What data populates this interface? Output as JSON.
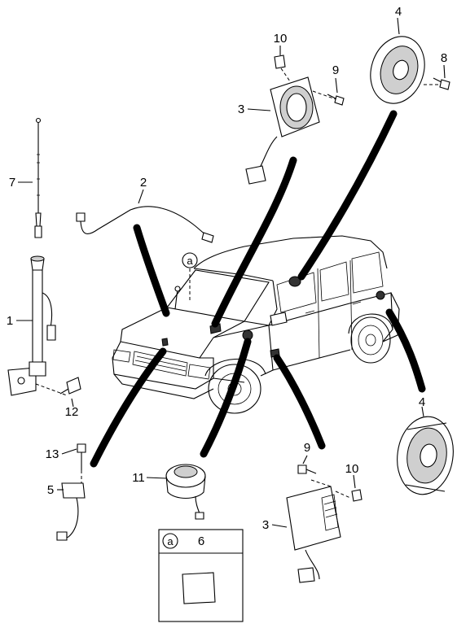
{
  "callouts": {
    "c1": "1",
    "c2": "2",
    "c3_top": "3",
    "c3_bottom": "3",
    "c4_top": "4",
    "c4_right": "4",
    "c5": "5",
    "c6": "6",
    "c7": "7",
    "c8": "8",
    "c9_top": "9",
    "c9_bottom": "9",
    "c10_top": "10",
    "c10_bottom": "10",
    "c11": "11",
    "c12": "12",
    "c13": "13",
    "ref_a_vehicle": "a",
    "ref_a_box": "a"
  }
}
